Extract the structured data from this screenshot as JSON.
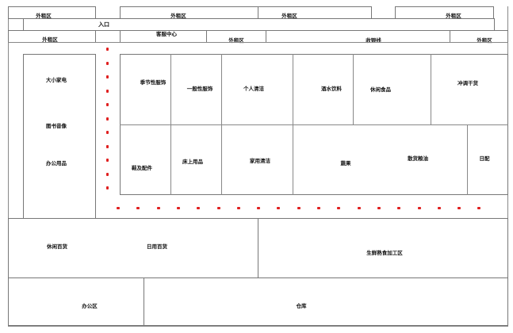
{
  "entrance": "入口",
  "top": {
    "outside_rent": "外租区",
    "customer_service": "客服中心",
    "checkout": "收银线"
  },
  "left_zones": [
    "大小家电",
    "图书音像",
    "办公用品"
  ],
  "grid_top": [
    "季节性服饰",
    "一般性服饰",
    "个人清洁",
    "酒水饮料",
    "休闲食品",
    "冲调干货"
  ],
  "grid_bottom": [
    "鞋及配件",
    "床上用品",
    "家用清洁",
    "蔬果",
    "散货粮油",
    "日配"
  ],
  "bottom": {
    "leisure_goods": "休闲百货",
    "daily_goods": "日用百货",
    "fresh_processing": "生鲜熟食加工区",
    "office": "办公区",
    "warehouse": "仓库"
  },
  "colors": {
    "route_arrow": "#e02020",
    "wall": "#777777"
  }
}
